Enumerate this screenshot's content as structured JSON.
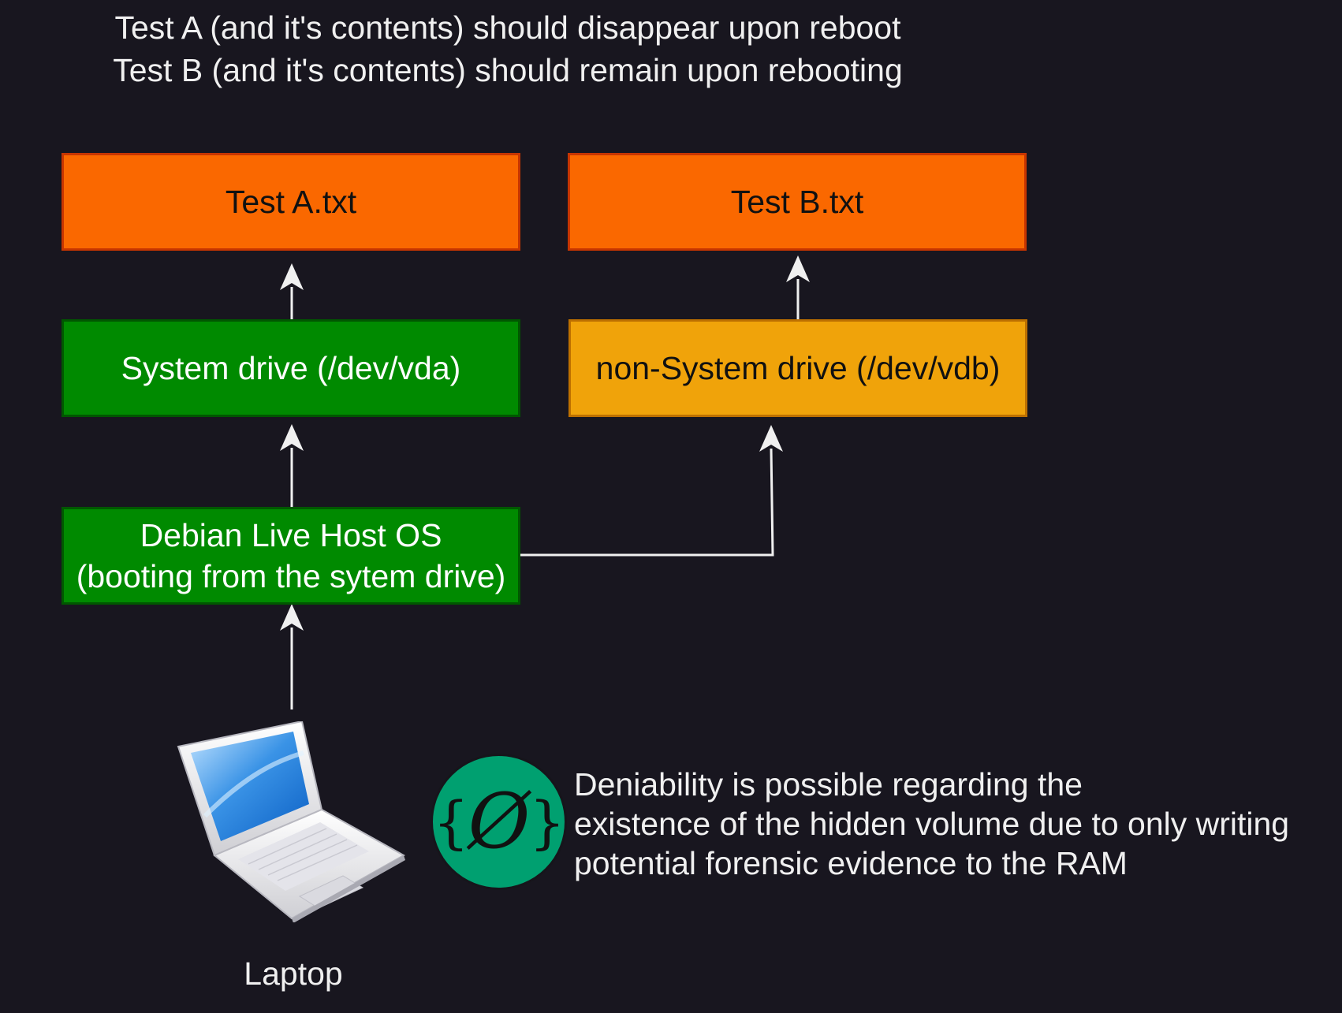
{
  "header": {
    "line1": "Test A (and it's contents) should disappear upon reboot",
    "line2": "Test B (and it's contents) should remain upon rebooting"
  },
  "nodes": {
    "test_a": {
      "label": "Test A.txt"
    },
    "test_b": {
      "label": "Test B.txt"
    },
    "system_drive": {
      "label": "System drive (/dev/vda)"
    },
    "non_system_drive": {
      "label": "non-System drive (/dev/vdb)"
    },
    "host_os": {
      "line1": "Debian Live Host OS",
      "line2": "(booting from the sytem drive)"
    },
    "laptop": {
      "label": "Laptop"
    }
  },
  "note": {
    "line1": "Deniability is possible regarding the",
    "line2": "existence of the hidden volume due to only writing",
    "line3": "potential forensic evidence to the RAM"
  },
  "logo": {
    "glyph_left": "{",
    "glyph_center": "Ø",
    "glyph_right": "}"
  },
  "colors": {
    "background": "#18161f",
    "file_fill": "#fa6800",
    "file_stroke": "#c73500",
    "system_fill": "#008a00",
    "system_stroke": "#005700",
    "non_system_fill": "#f0a30a",
    "non_system_stroke": "#bd7000",
    "connector": "#f0f0f0",
    "logo_fill": "#00a070"
  },
  "icons": {
    "laptop": "laptop-icon",
    "logo": "null-set-logo-icon"
  }
}
